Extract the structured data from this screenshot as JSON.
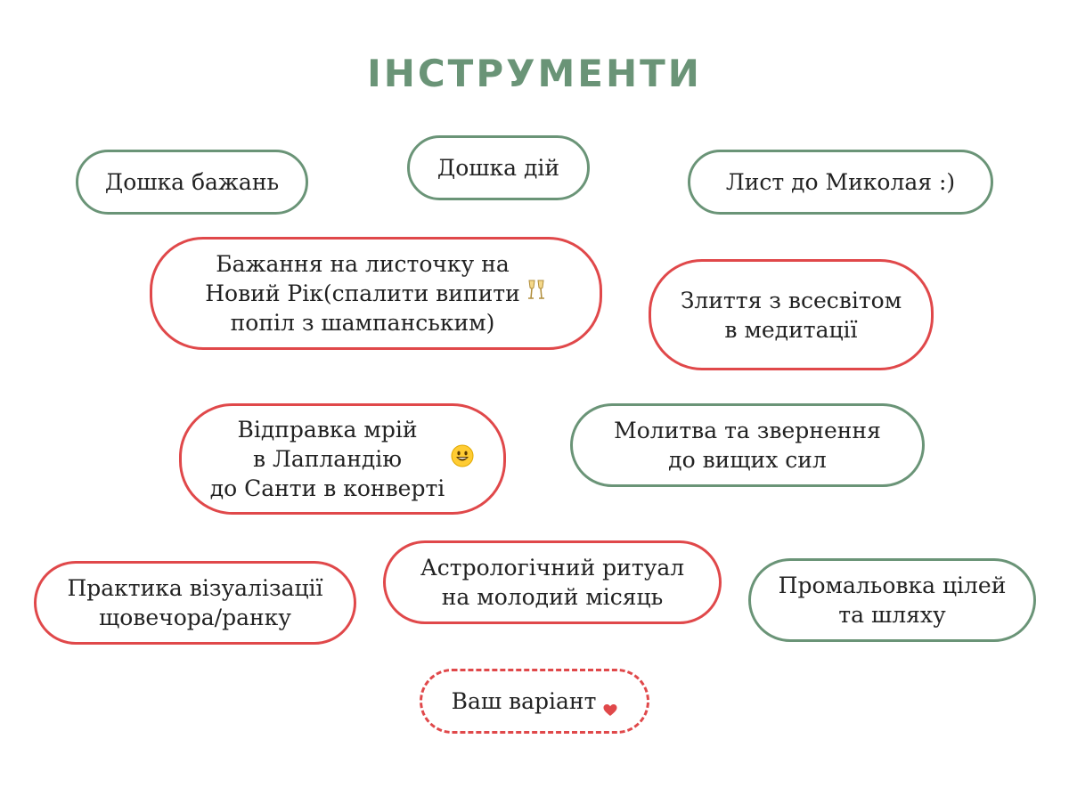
{
  "title": "ІНСТРУМЕНТИ",
  "colors": {
    "green": "#6a9477",
    "red": "#e0484a",
    "text": "#222222"
  },
  "tools": [
    {
      "id": "wish-board",
      "label": "Дошка бажань",
      "style": "green"
    },
    {
      "id": "action-board",
      "label": "Дошка дій",
      "style": "green"
    },
    {
      "id": "letter-to-mykolai",
      "label": "Лист до Миколая :)",
      "style": "green"
    },
    {
      "id": "wish-on-paper",
      "label": "Бажання на листочку на\nНовий Рік(спалити випити\nпопіл з шампанським)",
      "style": "red",
      "icon": "champagne-glasses-icon"
    },
    {
      "id": "merging-universe",
      "label": "Злиття з всесвітом\nв медитації",
      "style": "red"
    },
    {
      "id": "dreams-lapland",
      "label": "Відправка мрій\nв Лапландію\nдо Санти в конверті",
      "style": "red",
      "icon": "smiley-face-icon"
    },
    {
      "id": "prayer",
      "label": "Молитва та звернення\nдо вищих сил",
      "style": "green"
    },
    {
      "id": "visualization",
      "label": "Практика візуалізації\nщовечора/ранку",
      "style": "red"
    },
    {
      "id": "astro-ritual",
      "label": "Астрологічний ритуал\nна молодий місяць",
      "style": "red"
    },
    {
      "id": "drawing-goals",
      "label": "Промальовка цілей\nта шляху",
      "style": "green"
    },
    {
      "id": "your-option",
      "label": "Ваш варіант",
      "style": "dashed",
      "icon": "heart-icon"
    }
  ]
}
